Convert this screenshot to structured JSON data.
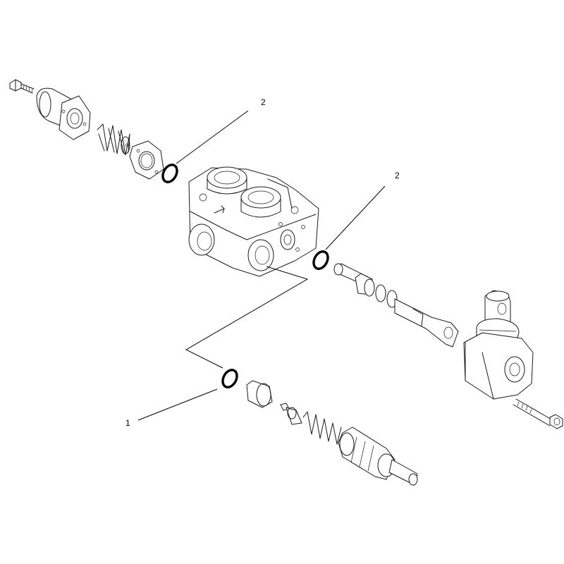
{
  "callouts": {
    "item_1": "1",
    "item_2_upper": "2",
    "item_2_right": "2"
  },
  "icons": [
    "hex-bolt-icon",
    "solenoid-icon",
    "spring-icon",
    "gasket-icon",
    "o-ring-icon",
    "valve-body-icon",
    "spool-icon",
    "lever-bracket-icon",
    "relief-cartridge-icon"
  ]
}
